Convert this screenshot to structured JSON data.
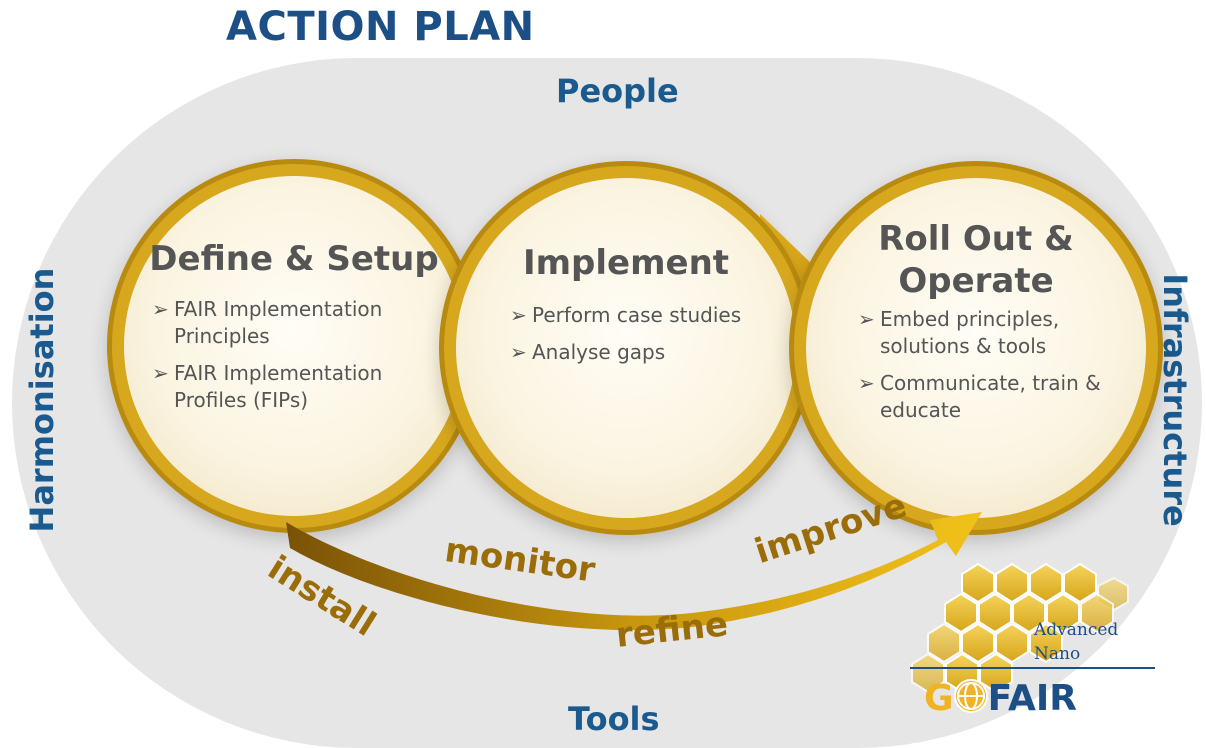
{
  "title": "ACTION PLAN",
  "sides": {
    "top": "People",
    "bottom": "Tools",
    "left": "Harmonisation",
    "right": "Infrastructure"
  },
  "phases": [
    {
      "title_lines": [
        "Define & Setup"
      ],
      "items": [
        "FAIR Implementation Principles",
        "FAIR Implementation Profiles (FIPs)"
      ]
    },
    {
      "title_lines": [
        "Implement"
      ],
      "items": [
        "Perform case studies",
        "Analyse gaps"
      ]
    },
    {
      "title_lines": [
        "Roll Out &",
        "Operate"
      ],
      "items": [
        "Embed principles, solutions & tools",
        "Communicate, train & educate"
      ]
    }
  ],
  "cycle": {
    "install": "install",
    "monitor": "monitor",
    "refine": "refine",
    "improve": "improve"
  },
  "logo": {
    "line1": "Advanced",
    "line2": "Nano",
    "brand_left": "G",
    "brand_right": "FAIR"
  },
  "colors": {
    "title_blue": "#1b4f86",
    "gold": "#d7a81d",
    "dark_gold": "#9a6d08",
    "background": "#e6e6e6"
  },
  "icons": {
    "bullet": "arrow-bullet-icon",
    "globe": "globe-icon",
    "honeycomb": "honeycomb-icon"
  }
}
